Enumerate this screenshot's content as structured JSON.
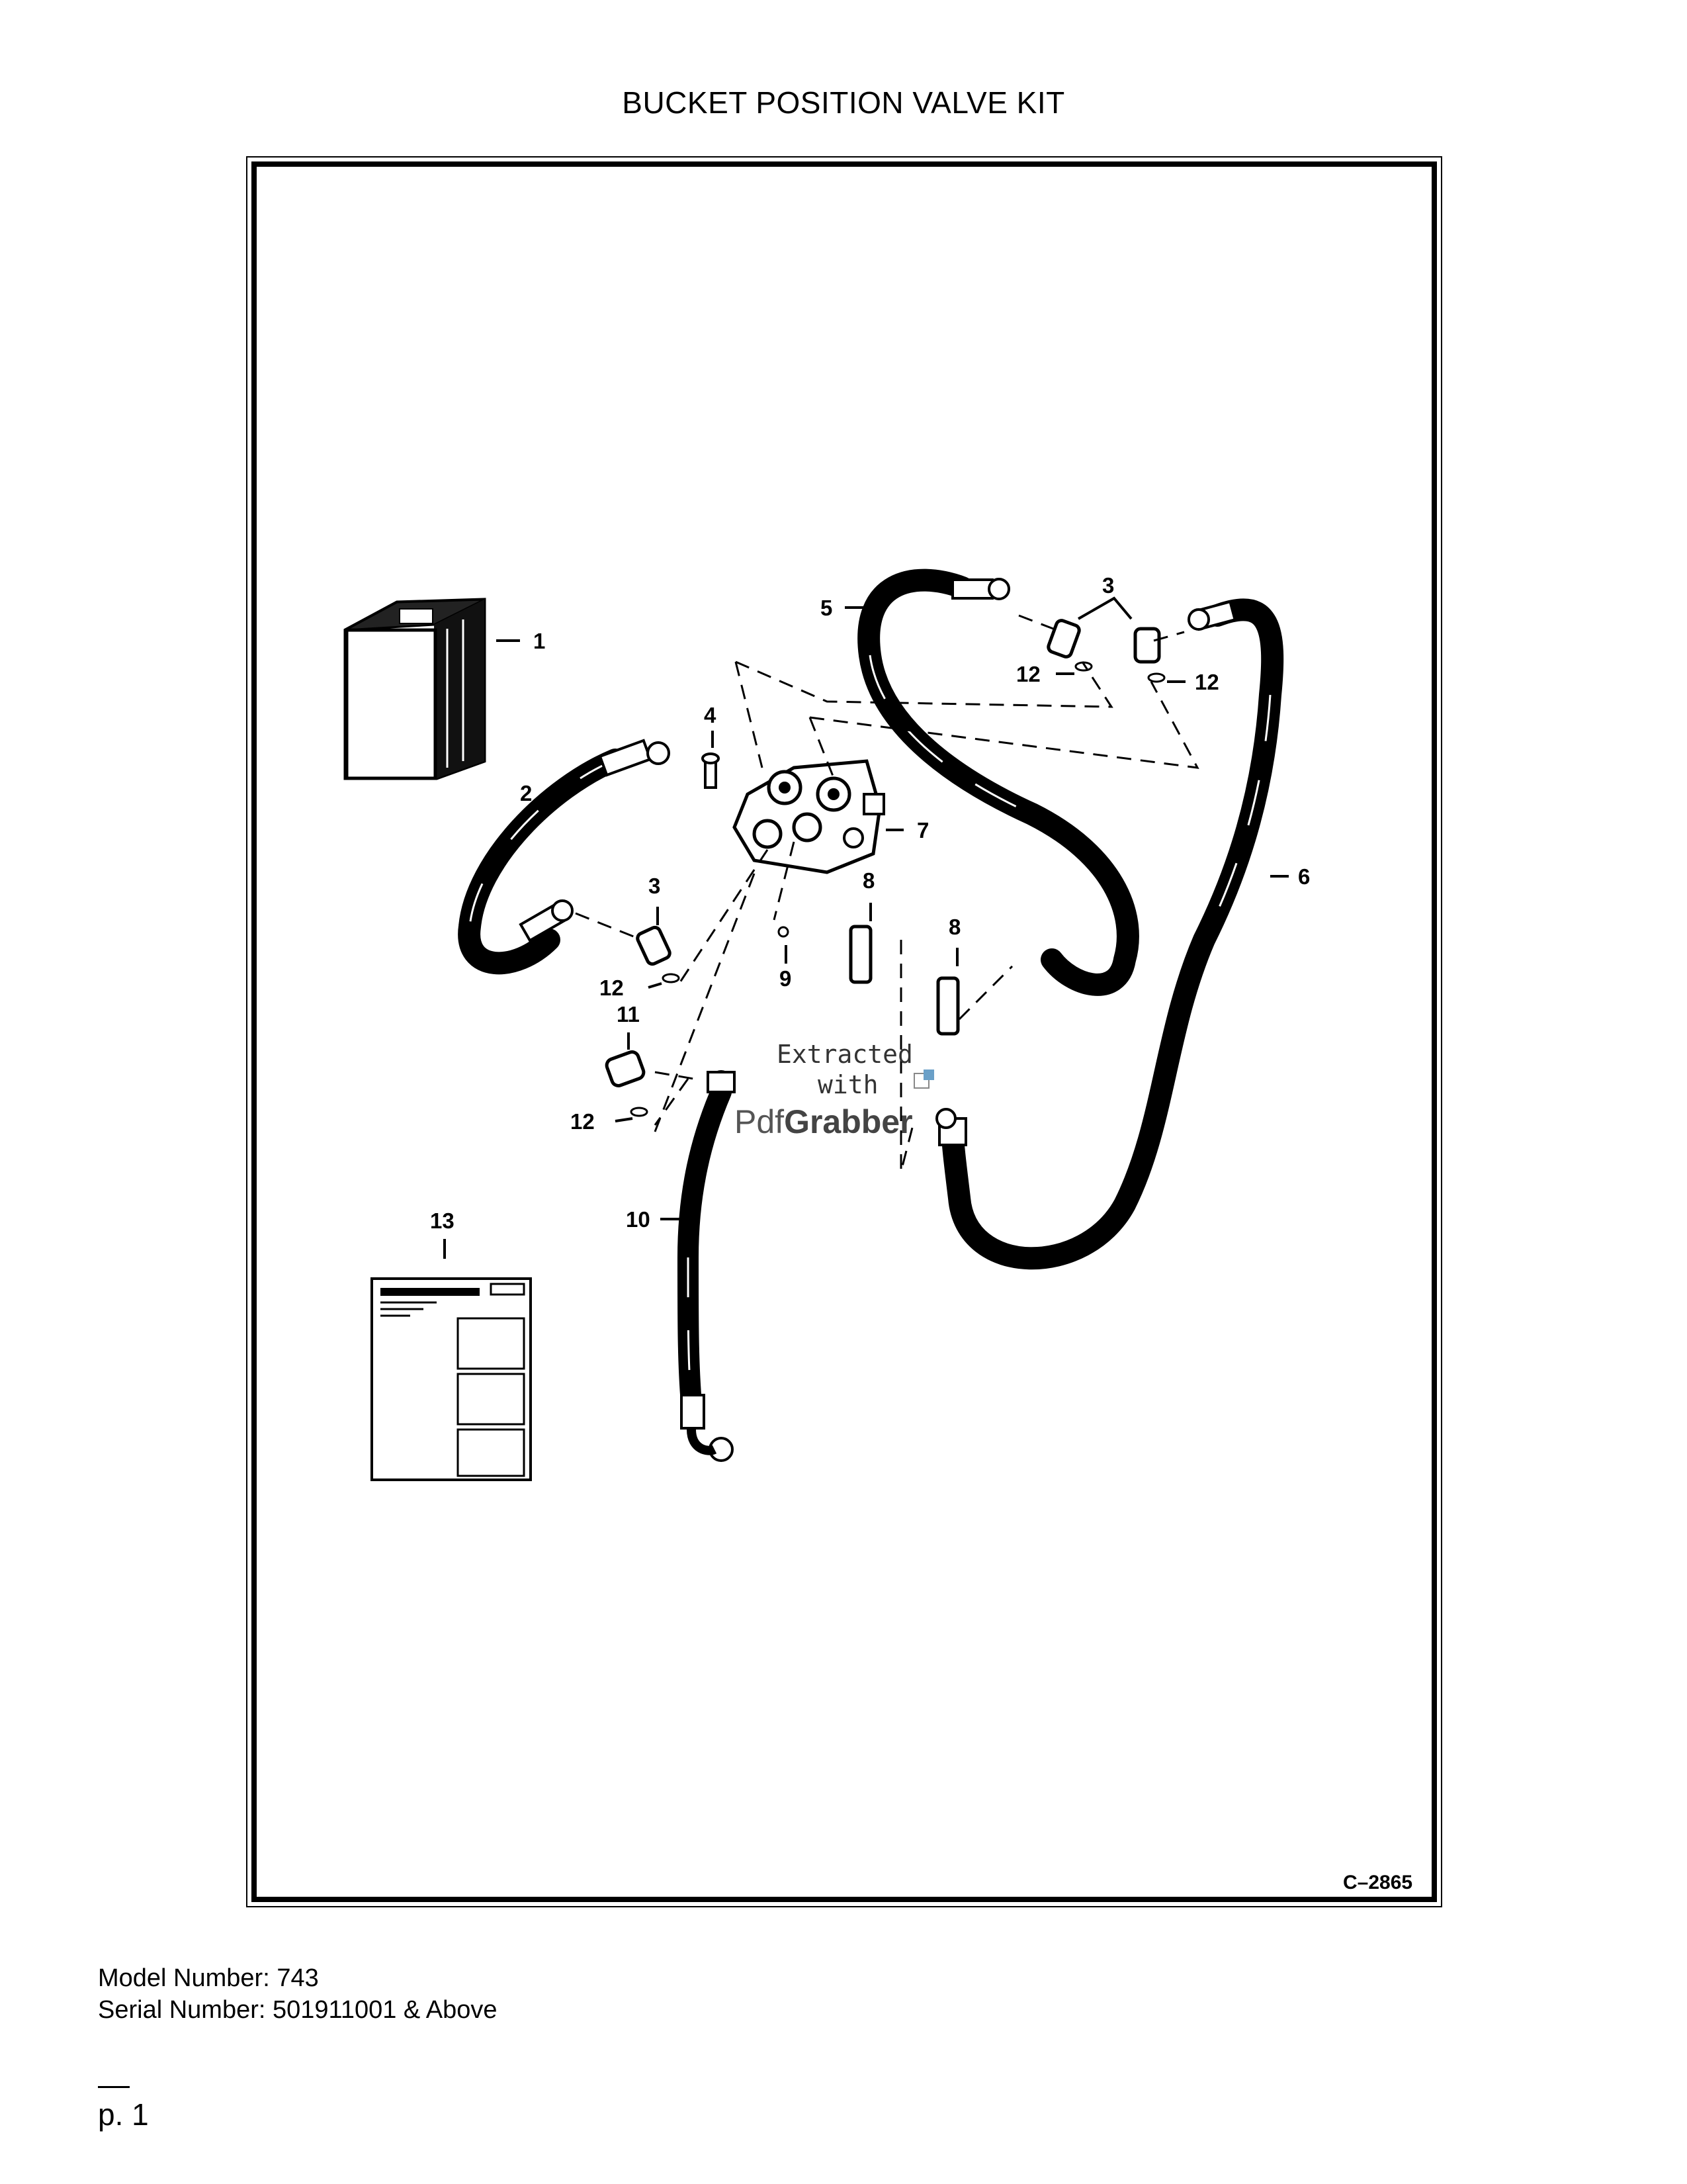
{
  "page": {
    "title": "BUCKET POSITION VALVE KIT",
    "figure_ref": "C–2865",
    "model_number": "Model Number: 743",
    "serial_number": "Serial Number: 501911001 & Above",
    "page_label": "p. 1"
  },
  "callouts": [
    {
      "id": "c1",
      "label": "1"
    },
    {
      "id": "c2",
      "label": "2"
    },
    {
      "id": "c3a",
      "label": "3"
    },
    {
      "id": "c3b",
      "label": "3"
    },
    {
      "id": "c4",
      "label": "4"
    },
    {
      "id": "c5",
      "label": "5"
    },
    {
      "id": "c6",
      "label": "6"
    },
    {
      "id": "c7",
      "label": "7"
    },
    {
      "id": "c8a",
      "label": "8"
    },
    {
      "id": "c8b",
      "label": "8"
    },
    {
      "id": "c9",
      "label": "9"
    },
    {
      "id": "c10",
      "label": "10"
    },
    {
      "id": "c11",
      "label": "11"
    },
    {
      "id": "c12a",
      "label": "12"
    },
    {
      "id": "c12b",
      "label": "12"
    },
    {
      "id": "c12c",
      "label": "12"
    },
    {
      "id": "c12d",
      "label": "12"
    },
    {
      "id": "c13",
      "label": "13"
    }
  ],
  "watermark": {
    "line1": "Extracted",
    "line2": "with",
    "brand_a": "Pdf",
    "brand_b": "Grabber"
  }
}
